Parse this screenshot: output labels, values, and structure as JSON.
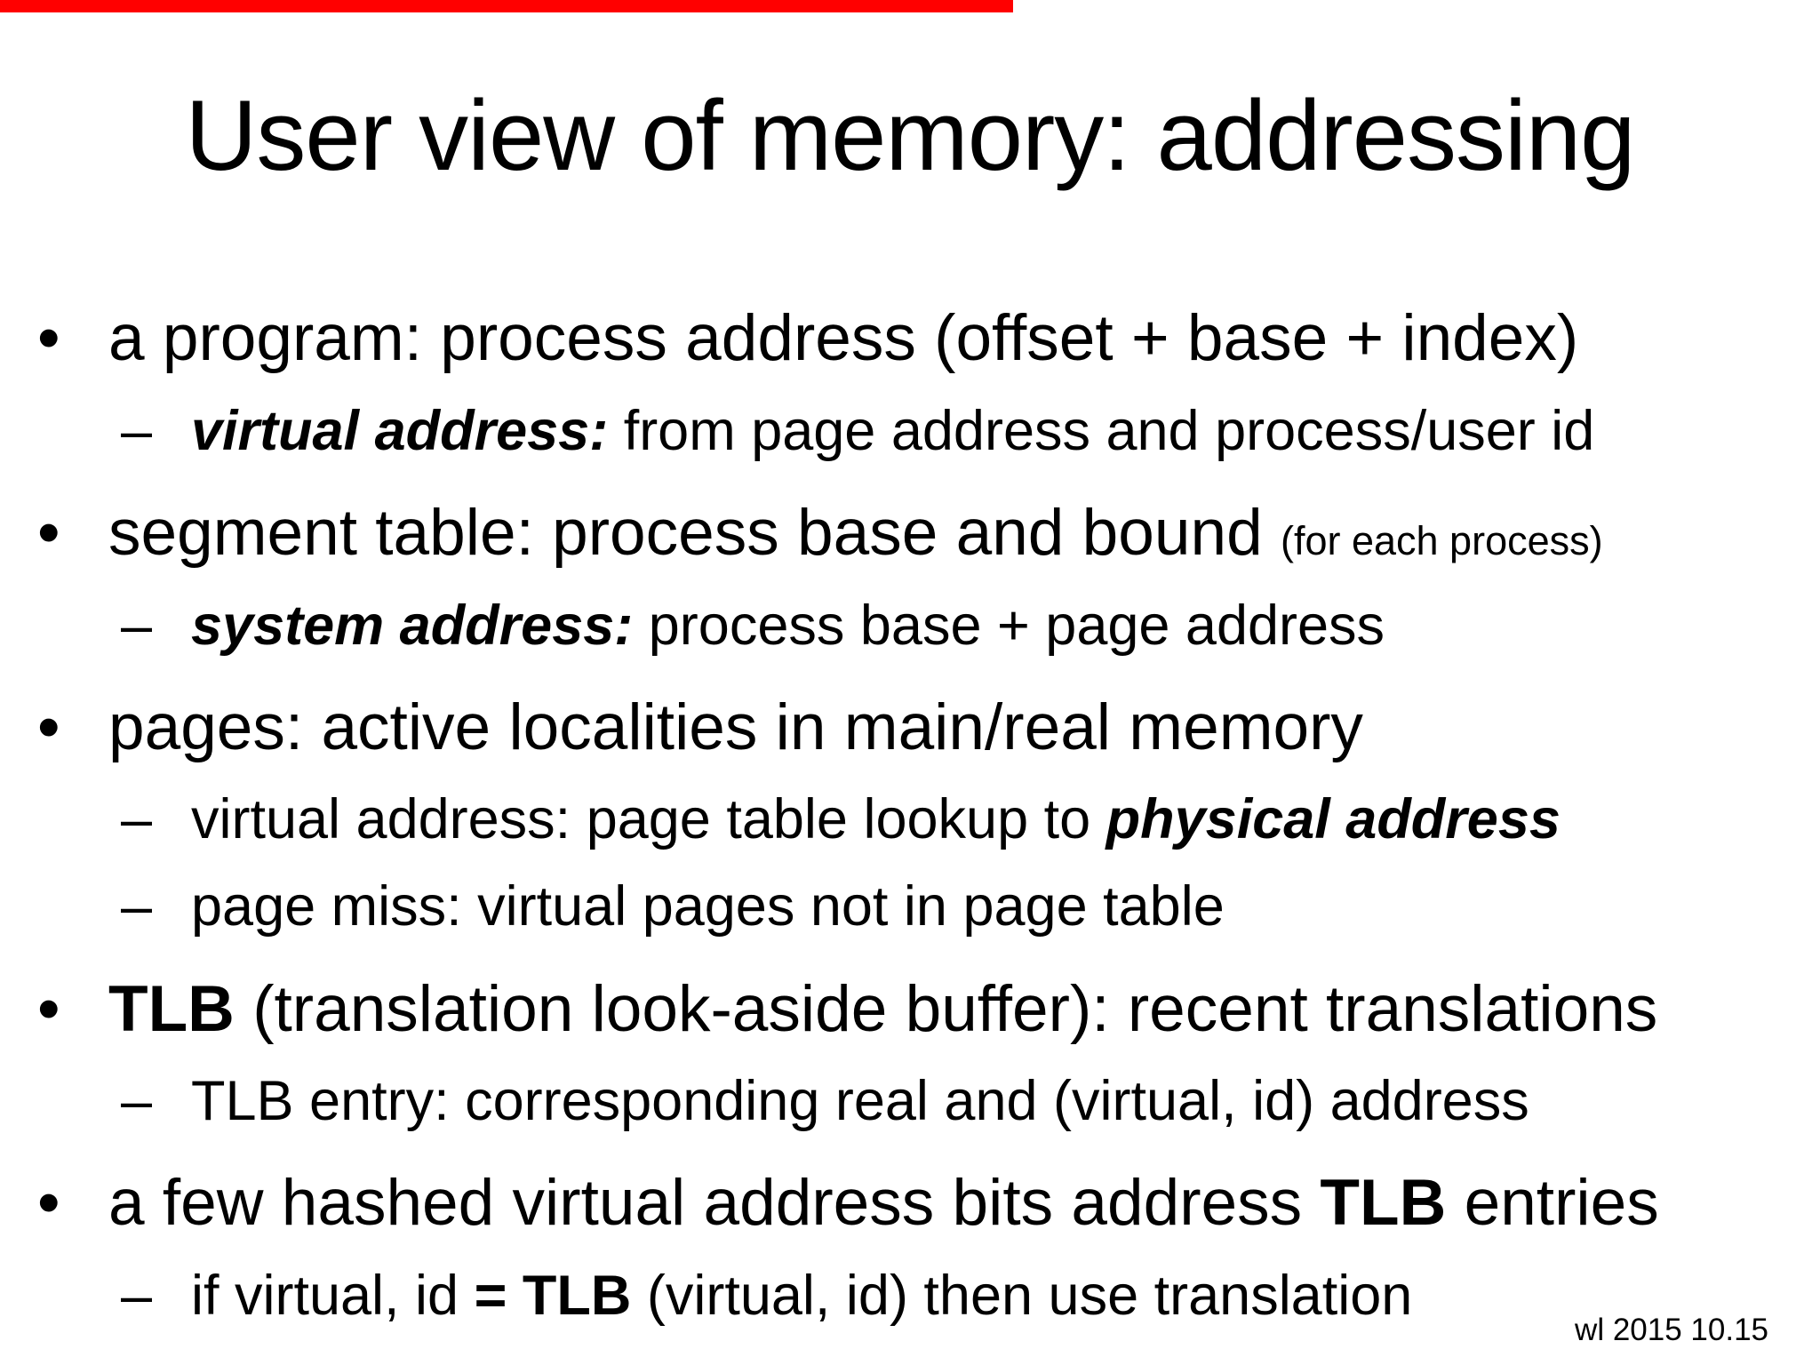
{
  "slide": {
    "title": "User view of memory: addressing",
    "footer": "wl 2015 10.15",
    "bullet_char": "•",
    "dash_char": "–",
    "accent_bar_color": "#ff0000",
    "text_color": "#000000",
    "background_color": "#ffffff",
    "content": [
      {
        "level": 1,
        "name": "bullet-program-address",
        "segments": [
          {
            "text": "a program: process address (offset + base + index)",
            "style": "normal"
          }
        ]
      },
      {
        "level": 2,
        "name": "sub-virtual-address",
        "segments": [
          {
            "text": "virtual address:",
            "style": "bolditalic"
          },
          {
            "text": " from page address and process/user id",
            "style": "normal"
          }
        ]
      },
      {
        "level": 1,
        "name": "bullet-segment-table",
        "segments": [
          {
            "text": "segment table: process base and bound ",
            "style": "normal"
          },
          {
            "text": "(for each process)",
            "style": "small"
          }
        ]
      },
      {
        "level": 2,
        "name": "sub-system-address",
        "segments": [
          {
            "text": "system address:",
            "style": "bolditalic"
          },
          {
            "text": " process base + page address",
            "style": "normal"
          }
        ]
      },
      {
        "level": 1,
        "name": "bullet-pages",
        "segments": [
          {
            "text": "pages: active localities in main/real memory",
            "style": "normal"
          }
        ]
      },
      {
        "level": 2,
        "name": "sub-page-table-lookup",
        "segments": [
          {
            "text": "virtual address: page table lookup to ",
            "style": "normal"
          },
          {
            "text": "physical address",
            "style": "bolditalic"
          }
        ]
      },
      {
        "level": 2,
        "name": "sub-page-miss",
        "segments": [
          {
            "text": "page miss: virtual pages not in page table",
            "style": "normal"
          }
        ]
      },
      {
        "level": 1,
        "name": "bullet-tlb",
        "segments": [
          {
            "text": "TLB",
            "style": "bold"
          },
          {
            "text": " (translation look-aside buffer): recent translations",
            "style": "normal"
          }
        ]
      },
      {
        "level": 2,
        "name": "sub-tlb-entry",
        "segments": [
          {
            "text": "TLB entry: corresponding real and (virtual, id) address",
            "style": "normal"
          }
        ]
      },
      {
        "level": 1,
        "name": "bullet-hashed-bits",
        "segments": [
          {
            "text": "a few hashed virtual address bits address ",
            "style": "normal"
          },
          {
            "text": "TLB",
            "style": "bold"
          },
          {
            "text": " entries",
            "style": "normal"
          }
        ]
      },
      {
        "level": 2,
        "name": "sub-if-virtual-id",
        "segments": [
          {
            "text": "if virtual, id ",
            "style": "normal"
          },
          {
            "text": "= TLB",
            "style": "bold"
          },
          {
            "text": " (virtual, id) then use translation",
            "style": "normal"
          }
        ]
      }
    ]
  }
}
